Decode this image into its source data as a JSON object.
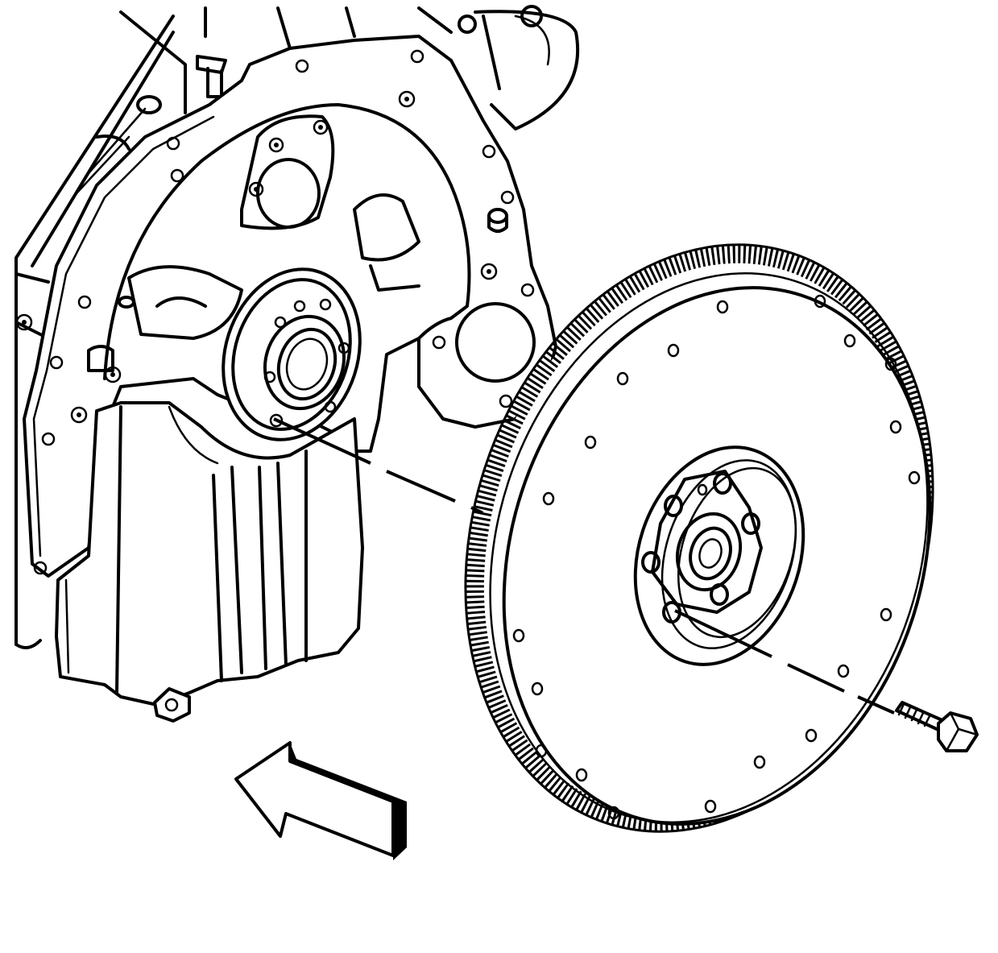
{
  "figure": {
    "components": [
      "engine-block",
      "engine-rear-plate",
      "crankshaft-flange",
      "oil-pan",
      "flywheel",
      "ring-gear",
      "flywheel-bolt",
      "direction-arrow"
    ],
    "colors": {
      "line": "#000000",
      "background": "#ffffff"
    },
    "icons": [
      "arrow-left-icon"
    ]
  }
}
